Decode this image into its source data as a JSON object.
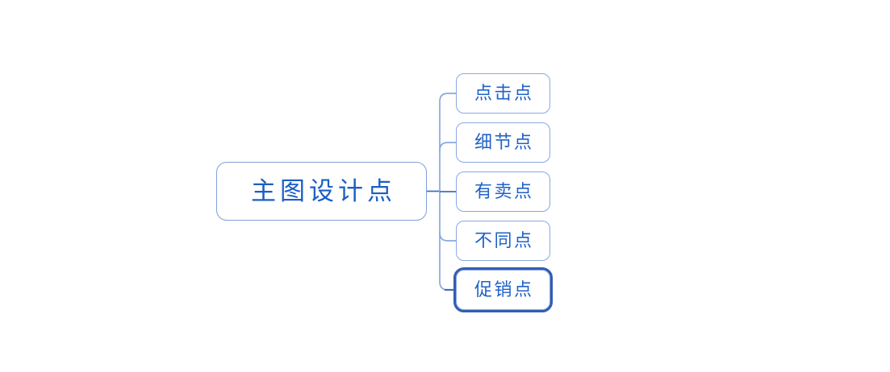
{
  "diagram": {
    "type": "mind-map",
    "title": "主图设计点",
    "background_color": "#ffffff",
    "orientation": "left-to-right",
    "root": {
      "label": "主图设计点",
      "text_color": "#1a5fc4",
      "border_color": "#7e9fd8",
      "fill_color": "#ffffff"
    },
    "branch": {
      "line_color": "#7e9fd8",
      "trunk_color": "#3a6ec0"
    },
    "children": [
      {
        "label": "点击点",
        "text_color": "#1f62c8",
        "border_color": "#8aa8de",
        "selected": false
      },
      {
        "label": "细节点",
        "text_color": "#1f62c8",
        "border_color": "#8aa8de",
        "selected": false
      },
      {
        "label": "有卖点",
        "text_color": "#1f62c8",
        "border_color": "#8aa8de",
        "selected": false
      },
      {
        "label": "不同点",
        "text_color": "#1f62c8",
        "border_color": "#8aa8de",
        "selected": false
      },
      {
        "label": "促销点",
        "text_color": "#1f62c8",
        "border_color": "#8aa8de",
        "selected": true,
        "selection_color": "#335cb3"
      }
    ]
  }
}
